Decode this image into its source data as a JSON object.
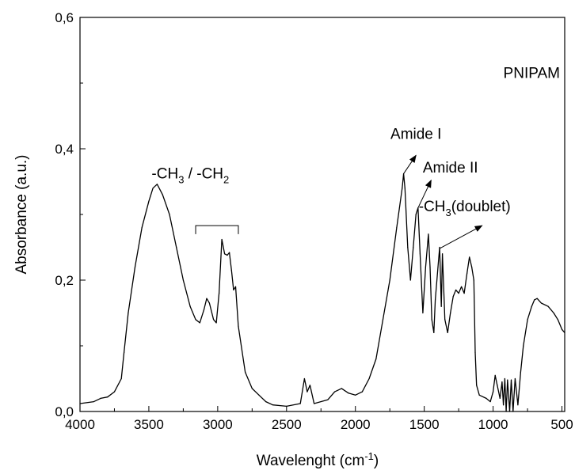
{
  "chart_data": {
    "type": "line",
    "xlabel": {
      "main": "Wavelenght (cm",
      "sup": "-1",
      "tail": ")"
    },
    "ylabel": "Absorbance (a.u.)",
    "xlim": [
      4000,
      480
    ],
    "ylim": [
      0,
      0.6
    ],
    "x_ticks": [
      4000,
      3500,
      3000,
      2500,
      2000,
      1500,
      1000,
      500
    ],
    "x_tick_labels": [
      "4000",
      "3500",
      "3000",
      "2500",
      "2000",
      "1500",
      "1000",
      "500"
    ],
    "y_ticks": [
      0,
      0.2,
      0.4,
      0.6
    ],
    "y_tick_labels": [
      "0,0",
      "0,2",
      "0,4",
      "0,6"
    ],
    "grid": false,
    "series": [
      {
        "color": "#000000",
        "points": [
          [
            4000,
            0.012
          ],
          [
            3900,
            0.015
          ],
          [
            3850,
            0.02
          ],
          [
            3800,
            0.022
          ],
          [
            3750,
            0.03
          ],
          [
            3700,
            0.05
          ],
          [
            3680,
            0.09
          ],
          [
            3650,
            0.15
          ],
          [
            3600,
            0.22
          ],
          [
            3550,
            0.28
          ],
          [
            3500,
            0.32
          ],
          [
            3470,
            0.34
          ],
          [
            3440,
            0.346
          ],
          [
            3400,
            0.33
          ],
          [
            3350,
            0.3
          ],
          [
            3300,
            0.25
          ],
          [
            3250,
            0.2
          ],
          [
            3200,
            0.16
          ],
          [
            3160,
            0.14
          ],
          [
            3130,
            0.135
          ],
          [
            3100,
            0.155
          ],
          [
            3080,
            0.172
          ],
          [
            3060,
            0.165
          ],
          [
            3030,
            0.14
          ],
          [
            3010,
            0.135
          ],
          [
            2990,
            0.18
          ],
          [
            2970,
            0.262
          ],
          [
            2950,
            0.24
          ],
          [
            2930,
            0.238
          ],
          [
            2915,
            0.242
          ],
          [
            2900,
            0.215
          ],
          [
            2885,
            0.185
          ],
          [
            2870,
            0.19
          ],
          [
            2850,
            0.13
          ],
          [
            2800,
            0.06
          ],
          [
            2750,
            0.035
          ],
          [
            2700,
            0.025
          ],
          [
            2650,
            0.015
          ],
          [
            2600,
            0.01
          ],
          [
            2500,
            0.008
          ],
          [
            2400,
            0.012
          ],
          [
            2370,
            0.05
          ],
          [
            2350,
            0.03
          ],
          [
            2330,
            0.04
          ],
          [
            2300,
            0.012
          ],
          [
            2200,
            0.018
          ],
          [
            2150,
            0.03
          ],
          [
            2100,
            0.035
          ],
          [
            2050,
            0.028
          ],
          [
            2000,
            0.025
          ],
          [
            1950,
            0.03
          ],
          [
            1900,
            0.05
          ],
          [
            1850,
            0.08
          ],
          [
            1800,
            0.14
          ],
          [
            1750,
            0.2
          ],
          [
            1700,
            0.28
          ],
          [
            1660,
            0.34
          ],
          [
            1650,
            0.362
          ],
          [
            1640,
            0.34
          ],
          [
            1620,
            0.25
          ],
          [
            1600,
            0.2
          ],
          [
            1580,
            0.25
          ],
          [
            1560,
            0.3
          ],
          [
            1545,
            0.31
          ],
          [
            1530,
            0.24
          ],
          [
            1510,
            0.15
          ],
          [
            1490,
            0.22
          ],
          [
            1470,
            0.27
          ],
          [
            1458,
            0.22
          ],
          [
            1445,
            0.14
          ],
          [
            1430,
            0.12
          ],
          [
            1420,
            0.17
          ],
          [
            1400,
            0.22
          ],
          [
            1388,
            0.25
          ],
          [
            1376,
            0.16
          ],
          [
            1368,
            0.24
          ],
          [
            1350,
            0.14
          ],
          [
            1330,
            0.12
          ],
          [
            1310,
            0.15
          ],
          [
            1290,
            0.175
          ],
          [
            1270,
            0.185
          ],
          [
            1250,
            0.18
          ],
          [
            1230,
            0.19
          ],
          [
            1210,
            0.18
          ],
          [
            1190,
            0.21
          ],
          [
            1172,
            0.235
          ],
          [
            1155,
            0.22
          ],
          [
            1140,
            0.2
          ],
          [
            1130,
            0.09
          ],
          [
            1120,
            0.04
          ],
          [
            1100,
            0.025
          ],
          [
            1050,
            0.02
          ],
          [
            1020,
            0.015
          ],
          [
            1000,
            0.03
          ],
          [
            985,
            0.055
          ],
          [
            970,
            0.04
          ],
          [
            950,
            0.02
          ],
          [
            935,
            0.045
          ],
          [
            925,
            0.01
          ],
          [
            915,
            0.05
          ],
          [
            905,
            0.0
          ],
          [
            895,
            0.048
          ],
          [
            880,
            0.0
          ],
          [
            868,
            0.048
          ],
          [
            855,
            0.0
          ],
          [
            840,
            0.05
          ],
          [
            820,
            0.01
          ],
          [
            800,
            0.06
          ],
          [
            780,
            0.1
          ],
          [
            750,
            0.14
          ],
          [
            720,
            0.16
          ],
          [
            700,
            0.17
          ],
          [
            680,
            0.172
          ],
          [
            650,
            0.165
          ],
          [
            600,
            0.16
          ],
          [
            560,
            0.15
          ],
          [
            530,
            0.14
          ],
          [
            500,
            0.125
          ],
          [
            480,
            0.12
          ]
        ]
      }
    ],
    "annotations": [
      {
        "text": "PNIPAM",
        "x": 720,
        "y": 0.508,
        "anchor": "middle"
      },
      {
        "text": "Amide I",
        "x": 1560,
        "y": 0.415,
        "anchor": "middle"
      },
      {
        "text": "Amide II",
        "x": 1310,
        "y": 0.364,
        "anchor": "middle"
      },
      {
        "text": "-CH",
        "sub": "3",
        "after": "(doublet)",
        "x": 1540,
        "y": 0.305,
        "anchor": "start"
      },
      {
        "text": "-CH",
        "sub": "3",
        "after": " / -CH",
        "sub2": "2",
        "x": 3480,
        "y": 0.355,
        "anchor": "start"
      }
    ],
    "arrows": [
      {
        "from": [
          1650,
          0.362
        ],
        "to": [
          1560,
          0.39
        ]
      },
      {
        "from": [
          1545,
          0.31
        ],
        "to": [
          1450,
          0.352
        ]
      },
      {
        "from": [
          1390,
          0.248
        ],
        "to": [
          1080,
          0.283
        ]
      }
    ],
    "bracket": {
      "x1": 3160,
      "x2": 2850,
      "y": 0.283,
      "tick_depth": 0.013
    }
  }
}
